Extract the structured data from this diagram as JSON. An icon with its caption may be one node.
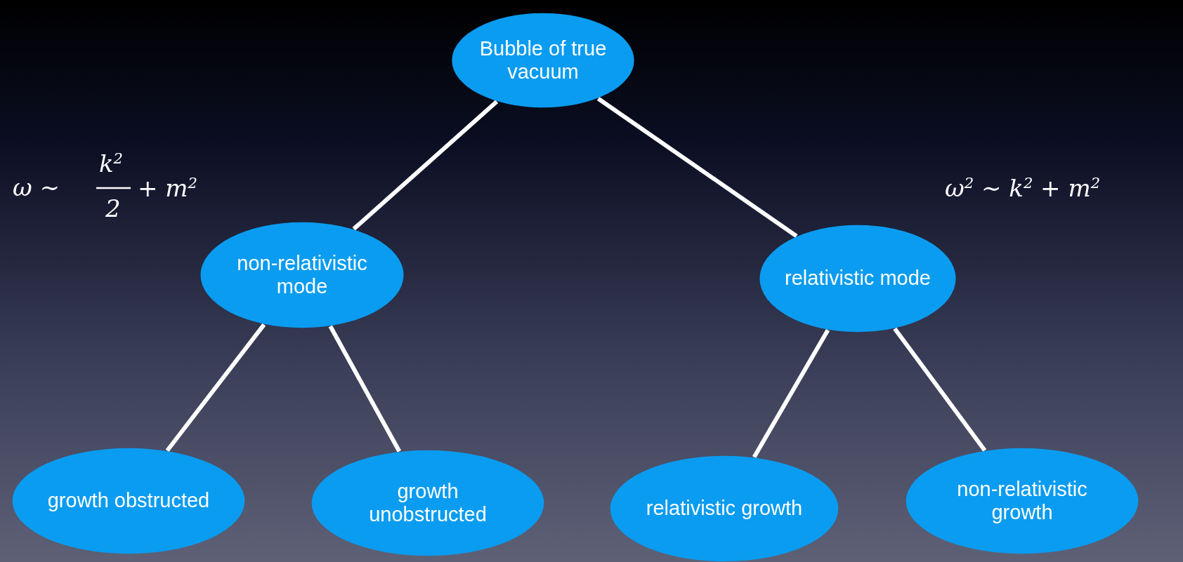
{
  "diagram": {
    "nodes": [
      {
        "text": [
          "Bubble of true vacuum"
        ]
      },
      {
        "text": [
          "non-relativistic mode"
        ]
      },
      {
        "text": [
          "relativistic mode"
        ]
      },
      {
        "text": [
          "growth obstructed"
        ]
      },
      {
        "text": [
          "growth unobstructed"
        ]
      },
      {
        "text": [
          "relativistic growth"
        ]
      },
      {
        "text": [
          "non-relativistic growth"
        ]
      }
    ],
    "edges": [
      {
        "from": 0,
        "to": 1,
        "arrow": "none"
      },
      {
        "from": 0,
        "to": 2,
        "arrow": "none"
      },
      {
        "from": 1,
        "to": 3,
        "arrow": "none"
      },
      {
        "from": 1,
        "to": 4,
        "arrow": "none"
      },
      {
        "from": 2,
        "to": 5,
        "arrow": "none"
      },
      {
        "from": 2,
        "to": 6,
        "arrow": "none"
      }
    ],
    "labels": [
      "ω ∼",
      "k$^{2}$",
      "2",
      "+ m$^{2}$",
      "ω$^{2}$ ∼ k$^{2}$ + m$^{2}$"
    ]
  }
}
